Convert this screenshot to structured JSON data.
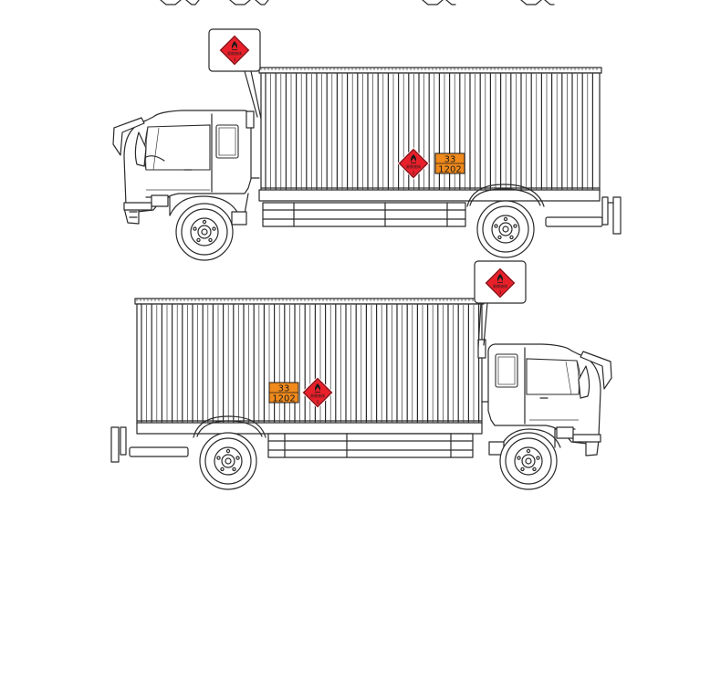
{
  "colors": {
    "hazard_red": "#e8202a",
    "panel_orange": "#f08a1c",
    "outline": "#2a2a2a"
  },
  "labels": {
    "hazard_number": "33",
    "un_number": "1202",
    "diamond_text": "易燃液体",
    "diamond_class": "3"
  },
  "icons": {
    "diamond_symbol": "flame-icon"
  }
}
